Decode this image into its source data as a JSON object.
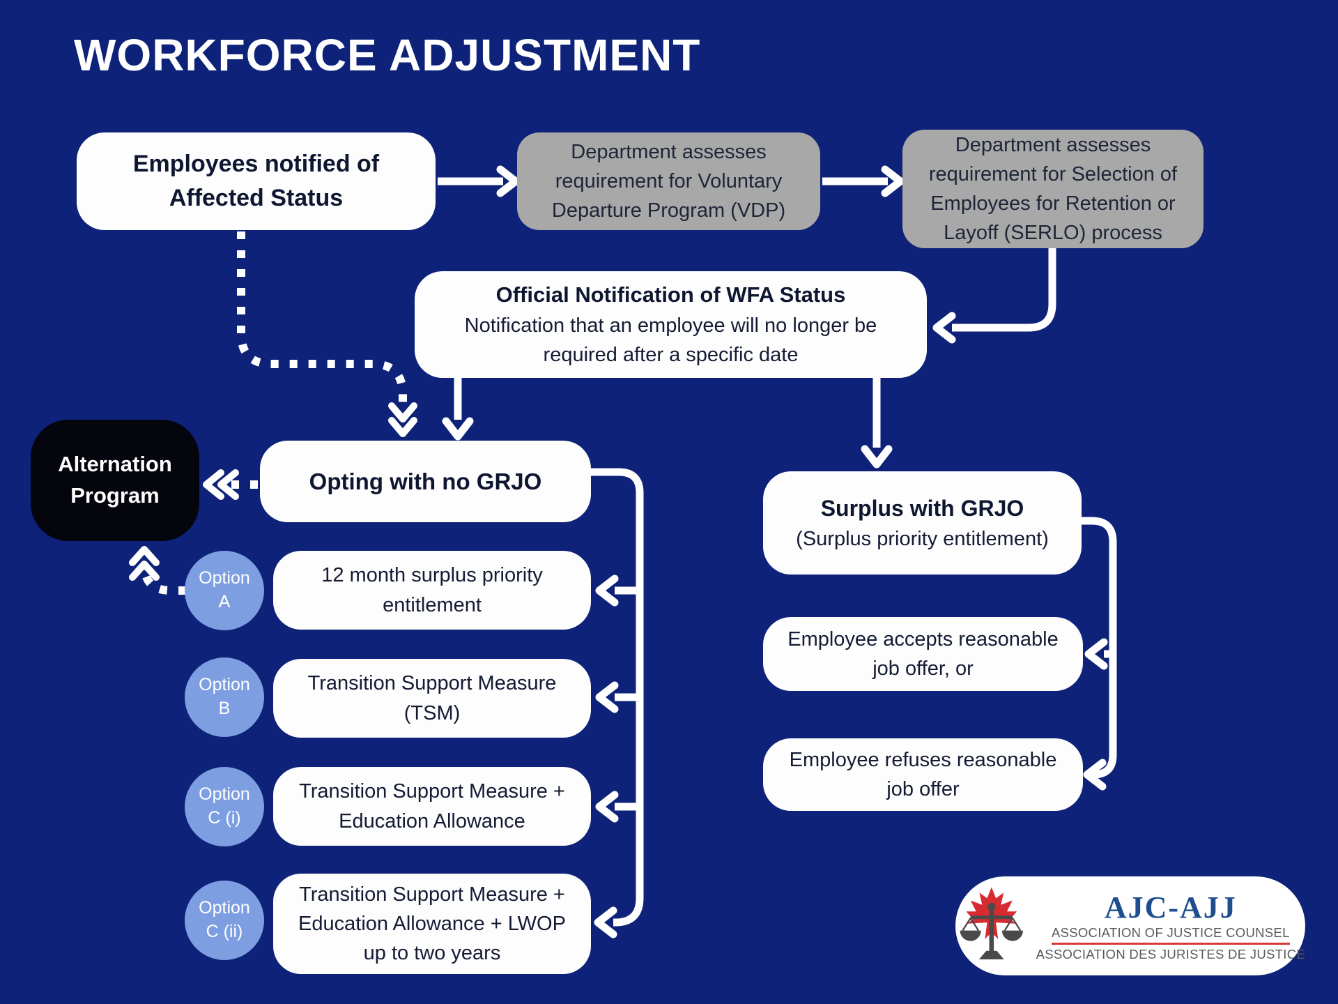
{
  "title": "WORKFORCE ADJUSTMENT",
  "colors": {
    "background": "#0d2278",
    "box_white": "#fdfdfe",
    "box_gray": "#a8a8a8",
    "box_black": "#05050e",
    "option_circle_blue": "#7d9fe2",
    "text_navy": "#141b33",
    "arrow_white": "#ffffff",
    "leaf_red": "#d52b31",
    "scales_gray": "#4a4a4b",
    "logo_navy": "#1e4e8e",
    "logo_gray": "#58595b",
    "logo_underline_red": "#d93a35"
  },
  "boxes": {
    "employees": {
      "text": "Employees notified of Affected Status"
    },
    "vdp": {
      "text": "Department assesses requirement for Voluntary Departure Program (VDP)"
    },
    "serlo": {
      "text": "Department assesses requirement for Selection of Employees for Retention or Layoff (SERLO) process"
    },
    "wfa": {
      "title": "Official Notification of WFA Status",
      "subtitle": "Notification that an employee will no longer be required after a specific date"
    },
    "alternation": {
      "text": "Alternation Program"
    },
    "opting": {
      "text": "Opting with no GRJO"
    },
    "surplus": {
      "title": "Surplus with GRJO",
      "subtitle": "(Surplus priority entitlement)"
    },
    "accepts": {
      "text": "Employee accepts reasonable job offer, or"
    },
    "refuses": {
      "text": "Employee refuses reasonable job offer"
    }
  },
  "options": [
    {
      "label_top": "Option",
      "letter": "A",
      "text": "12 month surplus priority entitlement"
    },
    {
      "label_top": "Option",
      "letter": "B",
      "text": "Transition Support Measure (TSM)"
    },
    {
      "label_top": "Option",
      "letter": "C (i)",
      "text": "Transition Support Measure + Education Allowance"
    },
    {
      "label_top": "Option",
      "letter": "C (ii)",
      "text": "Transition Support Measure + Education Allowance + LWOP up to two years"
    }
  ],
  "logo": {
    "acronym": "AJC-AJJ",
    "line_en": "ASSOCIATION OF JUSTICE COUNSEL",
    "line_fr": "ASSOCIATION DES JURISTES DE JUSTICE"
  }
}
